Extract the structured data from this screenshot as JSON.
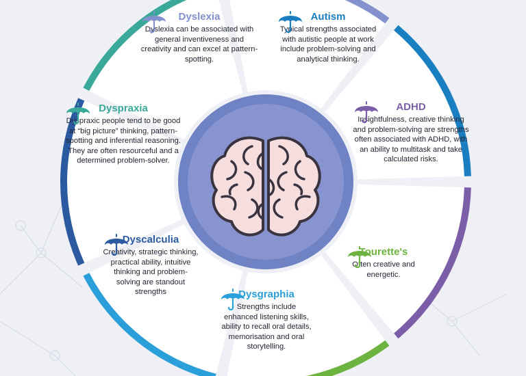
{
  "colors": {
    "background": "#eef0f5",
    "segment_fill": "#ffffff",
    "hub_ring": "#6f82c4",
    "hub_fill": "#8794cf",
    "brain_fill": "#f6dede",
    "brain_stroke": "#3a3340",
    "network_lines": "#d8dce6"
  },
  "segments": [
    {
      "id": "dyslexia",
      "title": "Dyslexia",
      "color": "#8491cf",
      "icon": "umbrella-icon",
      "description": "Dyslexia can be associated with general inventiveness and creativity and can excel at pattern- spotting."
    },
    {
      "id": "autism",
      "title": "Autism",
      "color": "#1a7fc1",
      "icon": "umbrella-icon",
      "description": "Typical strengths associated with autistic people at work include problem-solving and analytical thinking."
    },
    {
      "id": "adhd",
      "title": "ADHD",
      "color": "#7b5ea7",
      "icon": "umbrella-icon",
      "description": "Insightfulness, creative thinking and problem-solving are strengths often associated with ADHD, with an ability to multitask and take calculated risks."
    },
    {
      "id": "tourettes",
      "title": "Tourette's",
      "color": "#6db33f",
      "icon": "umbrella-icon",
      "description": "Often creative and energetic."
    },
    {
      "id": "dysgraphia",
      "title": "Dysgraphia",
      "color": "#2b9fd9",
      "icon": "umbrella-icon",
      "description": "Strengths include enhanced listening skills, ability to recall oral details, memorisation and oral storytelling."
    },
    {
      "id": "dyscalculia",
      "title": "Dyscalculia",
      "color": "#2c5aa0",
      "icon": "umbrella-icon",
      "description": "Creativity, strategic thinking, practical ability, intuitive thinking and problem-solving are standout strengths"
    },
    {
      "id": "dyspraxia",
      "title": "Dyspraxia",
      "color": "#3aa99a",
      "icon": "umbrella-icon",
      "description": "Dyspraxic people tend to be good at “big picture” thinking, pattern-spotting and inferential reasoning. They are often resourceful and a determined problem-solver."
    }
  ],
  "center_icon": "brain-icon"
}
